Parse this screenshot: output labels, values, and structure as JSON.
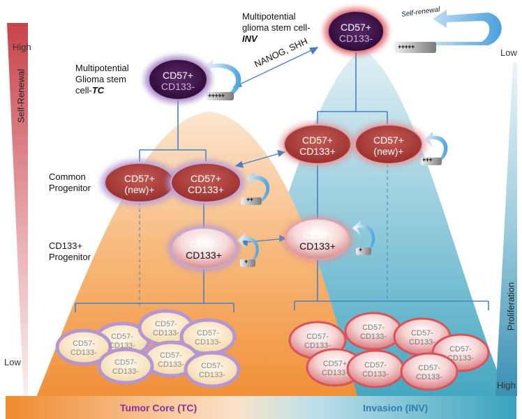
{
  "stem_labels": {
    "tc_line1": "Multipotential",
    "tc_line2": "Glioma stem",
    "tc_line3_prefix": "cell-",
    "tc_line3_italic": "TC",
    "inv_line1": "Multipotential",
    "inv_line2": "glioma stem cell-",
    "inv_line3_italic": "INV"
  },
  "level_labels": {
    "common_line1": "Common",
    "common_line2": "Progenitor",
    "cd133_line1": "CD133+",
    "cd133_line2": "Progenitor"
  },
  "transition_label": "NANOG, SHH",
  "self_renewal_arrow": "Self-renewal",
  "left_axis": {
    "title": "Self-Renewal",
    "top": "High",
    "bottom": "Low"
  },
  "right_axis": {
    "title": "Proliferation",
    "top": "Low",
    "bottom": "High"
  },
  "regions": {
    "tc": "Tumor Core (TC)",
    "inv": "Invasion (INV)"
  },
  "cells": {
    "stem_tc": [
      "CD57+",
      "CD133-"
    ],
    "stem_inv": [
      "CD57+",
      "CD133-"
    ],
    "tc_new": [
      "CD57+",
      "(new)+"
    ],
    "tc_cd133": [
      "CD57+",
      "CD133+"
    ],
    "inv_cd133": [
      "CD57+",
      "CD133+"
    ],
    "inv_new": [
      "CD57+",
      "(new)+"
    ],
    "tc_prog": [
      "CD57-",
      "CD133+"
    ],
    "inv_prog": [
      "CD57-",
      "CD133+"
    ],
    "diff_neg": [
      "CD57-",
      "CD133-"
    ],
    "diff_pos": [
      "CD57+",
      "CD133-"
    ]
  },
  "renewal_marks": {
    "stem_tc": "+++++",
    "stem_inv": "+++++",
    "tc_common": "++",
    "inv_common": "+++",
    "tc_prog": "+",
    "inv_prog": "+"
  },
  "colors": {
    "tc_bg": "#f08a2e",
    "inv_bg": "#3aa3be",
    "stem_cell": "#3a1245",
    "common_cell": "#b0403c",
    "tc_label": "#8b2fa0",
    "inv_label": "#2a7fb0"
  }
}
